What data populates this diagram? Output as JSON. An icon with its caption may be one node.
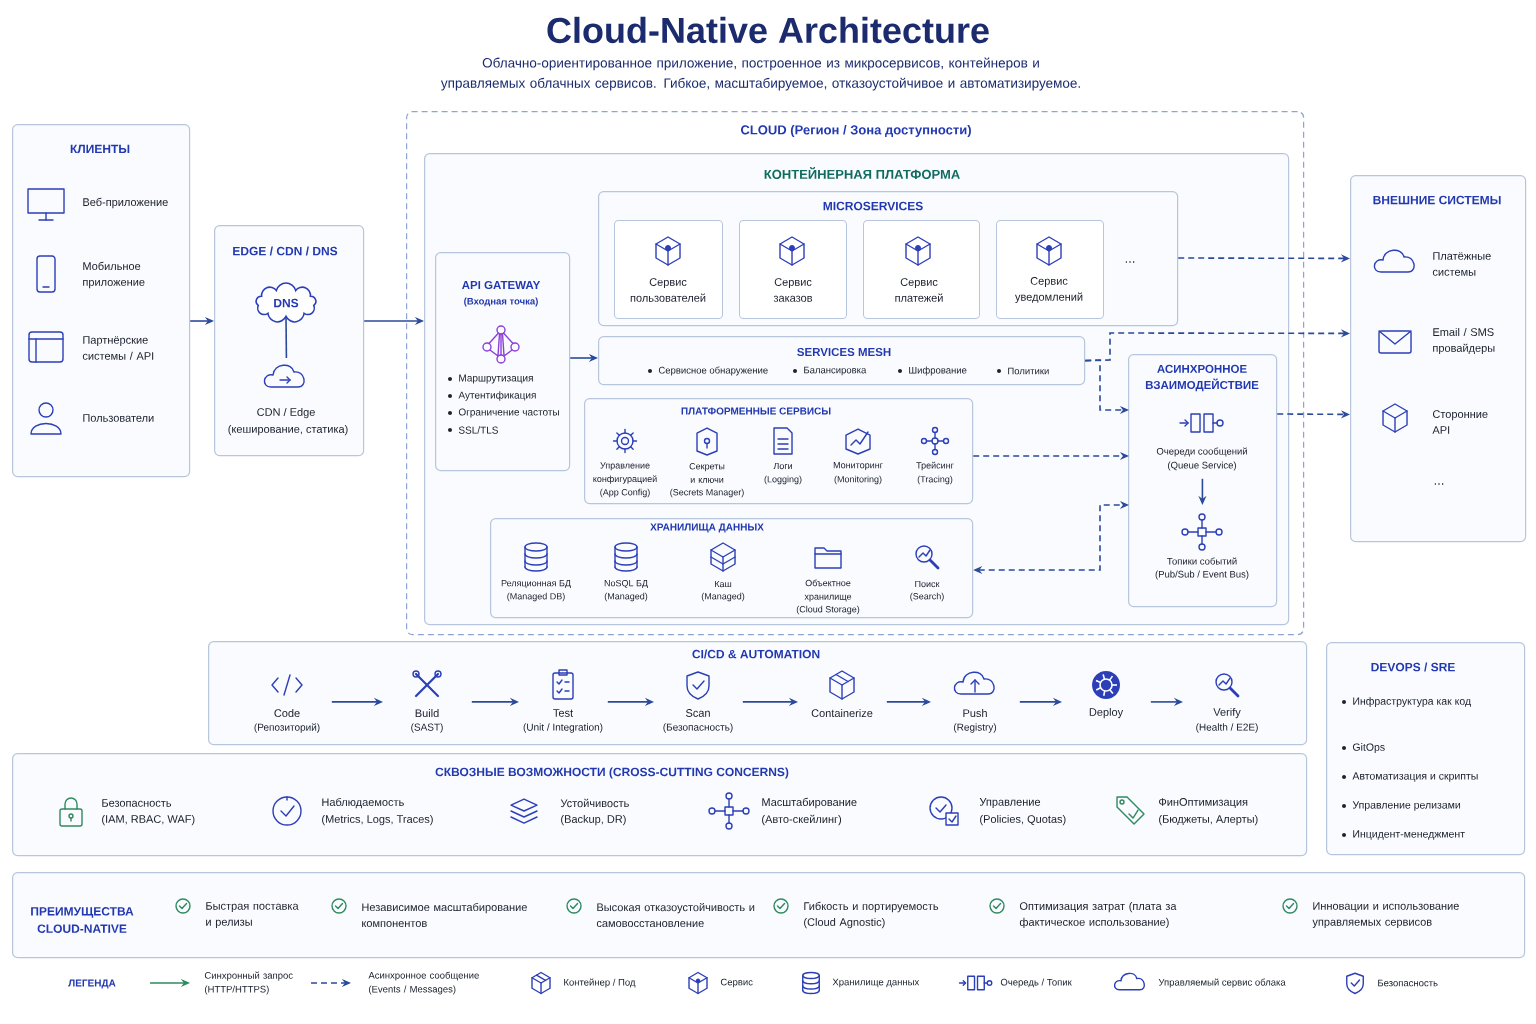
{
  "diagram": {
    "title": "Cloud-Native Architecture",
    "nodes": [
      {
        "text": [
          "КЛИЕНТЫ",
          "Веб-приложение",
          "Мобильное приложение",
          "Партнёрские системы / API",
          "Пользователи"
        ]
      },
      {
        "text": [
          "EDGE / CDN / DNS"
        ]
      },
      {
        "text": [
          "DNS"
        ],
        "in": 1
      },
      {
        "text": [
          "CDN / Edge",
          "(кеширование, статика)"
        ],
        "in": 1
      },
      {
        "text": [
          "CLOUD (Регион / Зона доступности)"
        ]
      },
      {
        "text": [
          "КОНТЕЙНЕРНАЯ ПЛАТФОРМА"
        ],
        "in": 4
      },
      {
        "text": [
          "API GATEWAY",
          "(Входная точка)",
          "Маршрутизация",
          "Аутентификация",
          "Ограничение частоты",
          "SSL/TLS"
        ],
        "in": 5
      },
      {
        "text": [
          "MICROSERVICES",
          "..."
        ],
        "in": 5
      },
      {
        "text": [
          "Сервис пользователей"
        ],
        "in": 7
      },
      {
        "text": [
          "Сервис заказов"
        ],
        "in": 7
      },
      {
        "text": [
          "Сервис платежей"
        ],
        "in": 7
      },
      {
        "text": [
          "Сервис уведомлений"
        ],
        "in": 7
      },
      {
        "text": [
          "SERVICES MESH",
          "Сервисное обнаружение",
          "Балансировка",
          "Шифрование",
          "Политики"
        ],
        "in": 5
      },
      {
        "text": [
          "ПЛАТФОРМЕННЫЕ СЕРВИСЫ",
          "Управление конфигурацией",
          "(App Config)",
          "Секреты и ключи",
          "(Secrets Manager)",
          "Логи",
          "(Logging)",
          "Мониторинг",
          "(Monitoring)",
          "Трейсинг",
          "(Tracing)"
        ],
        "in": 5
      },
      {
        "text": [
          "ХРАНИЛИЩА ДАННЫХ",
          "Реляционная БД",
          "(Managed DB)",
          "NoSQL БД",
          "(Managed)",
          "Каш",
          "(Managed)",
          "Объектное хранилище",
          "(Cloud Storage)",
          "Поиск",
          "(Search)"
        ],
        "in": 5
      },
      {
        "text": [
          "АСИНХРОННОЕ ВЗАИМОДЕЙСТВИЕ"
        ],
        "in": 5
      },
      {
        "text": [
          "Очереди сообщений",
          "(Queue Service)"
        ],
        "in": 15
      },
      {
        "text": [
          "Топики событий",
          "(Pub/Sub / Event Bus)"
        ],
        "in": 15
      },
      {
        "text": [
          "ВНЕШНИЕ СИСТЕМЫ",
          "..."
        ]
      },
      {
        "text": [
          "Платёжные системы"
        ],
        "in": 18
      },
      {
        "text": [
          "Email / SMS провайдеры"
        ],
        "in": 18
      },
      {
        "text": [
          "Сторонние API"
        ],
        "in": 18
      },
      {
        "text": [
          "CI/CD & AUTOMATION"
        ]
      },
      {
        "text": [
          "Code",
          "(Репозиторий)"
        ],
        "in": 22
      },
      {
        "text": [
          "Build",
          "(SAST)"
        ],
        "in": 22
      },
      {
        "text": [
          "Test",
          "(Unit / Integration)"
        ],
        "in": 22
      },
      {
        "text": [
          "Scan",
          "(Безопасность)"
        ],
        "in": 22
      },
      {
        "text": [
          "Containerize"
        ],
        "in": 22
      },
      {
        "text": [
          "Push",
          "(Registry)"
        ],
        "in": 22
      },
      {
        "text": [
          "Deploy"
        ],
        "in": 22
      },
      {
        "text": [
          "Verify",
          "(Health / E2E)"
        ],
        "in": 22
      },
      {
        "text": [
          "DEVOPS / SRE",
          "Инфраструктура как код",
          "GitOps",
          "Автоматизация и скрипты",
          "Управление релизами",
          "Инцидент-менеджмент"
        ]
      },
      {
        "text": [
          "СКВОЗНЫЕ ВОЗМОЖНОСТИ (CROSS-CUTTING CONCERNS)",
          "Безопасность",
          "(IAM, RBAC, WAF)",
          "Наблюдаемость",
          "(Metrics, Logs, Traces)",
          "Устойчивость",
          "(Backup, DR)",
          "Масштабирование",
          "(Авто-скейлинг)",
          "Управление",
          "(Policies, Quotas)",
          "ФинОптимизация",
          "(Бюджеты, Алерты)"
        ]
      },
      {
        "text": [
          "ПРЕИМУЩЕСТВА CLOUD-NATIVE",
          "Быстрая поставка и релизы",
          "Независимое масштабирование компонентов",
          "Высокая отказоустойчивость и самовосстановление",
          "Гибкость и портируемость (Cloud Agnostic)",
          "Оптимизация затрат (плата за фактическое использование)",
          "Инновации и использование управляемых сервисов"
        ]
      }
    ],
    "edges": [
      {
        "from": 0,
        "to": 1,
        "arrow": "to"
      },
      {
        "from": 1,
        "to": 5,
        "arrow": "to"
      },
      {
        "from": 2,
        "to": 3,
        "arrow": "none"
      },
      {
        "from": 6,
        "to": 12,
        "arrow": "to"
      },
      {
        "from": 7,
        "to": 19,
        "arrow": "to",
        "style": "dashed"
      },
      {
        "from": 12,
        "to": 20,
        "arrow": "to",
        "style": "dashed"
      },
      {
        "from": 12,
        "to": 16,
        "arrow": "to",
        "style": "dashed"
      },
      {
        "from": 13,
        "to": 16,
        "arrow": "to",
        "style": "dashed"
      },
      {
        "from": 14,
        "to": 17,
        "arrow": "both",
        "style": "dashed"
      },
      {
        "from": 15,
        "to": 21,
        "arrow": "to",
        "style": "dashed"
      },
      {
        "from": 16,
        "to": 17,
        "arrow": "to"
      },
      {
        "from": 23,
        "to": 24,
        "arrow": "to"
      },
      {
        "from": 24,
        "to": 25,
        "arrow": "to"
      },
      {
        "from": 25,
        "to": 26,
        "arrow": "to"
      },
      {
        "from": 26,
        "to": 27,
        "arrow": "to"
      },
      {
        "from": 27,
        "to": 28,
        "arrow": "to"
      },
      {
        "from": 28,
        "to": 29,
        "arrow": "to"
      },
      {
        "from": 29,
        "to": 30,
        "arrow": "to"
      }
    ],
    "labels": [
      "Облачно-ориентированное приложение, построенное из микросервисов, контейнеров и управляемых облачных сервисов. Гибкое, масштабируемое, отказоустойчивое и автоматизируемое.",
      "ЛЕГЕНДА"
    ],
    "legend": [
      {
        "text": "Синхронный запрос (HTTP/HTTPS)"
      },
      {
        "text": "Асинхронное сообщение (Events / Messages)"
      },
      {
        "text": "Контейнер / Под"
      },
      {
        "text": "Сервис"
      },
      {
        "text": "Хранилище данных"
      },
      {
        "text": "Очередь / Топик"
      },
      {
        "text": "Управляемый сервис облака"
      },
      {
        "text": "Безопасность"
      }
    ]
  }
}
